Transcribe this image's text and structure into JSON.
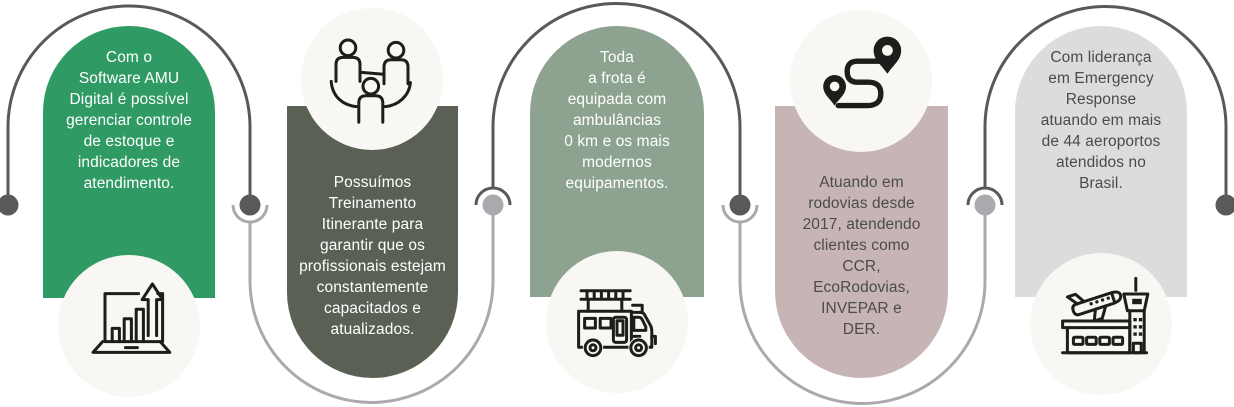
{
  "colors": {
    "background": "#ffffff",
    "connector_dark": "#58595b",
    "connector_light": "#a8aaad",
    "icon_circle": "#f8f7f4",
    "icon_stroke": "#1d1d1b",
    "text_light": "#ffffff",
    "text_dark": "#4b4b4d"
  },
  "cards": [
    {
      "id": "software-amu",
      "color": "#2f9a63",
      "icon": "laptop-growth-chart-icon",
      "text": "Com o\nSoftware AMU\nDigital é possível\ngerenciar controle\nde estoque e\nindicadores de\natendimento."
    },
    {
      "id": "treinamento",
      "color": "#5a6154",
      "icon": "team-people-icon",
      "text": "Possuímos\nTreinamento\nItinerante para\ngarantir que os\nprofissionais estejam\nconstantemente\ncapacitados e\natualizados."
    },
    {
      "id": "frota",
      "color": "#8da390",
      "icon": "fire-truck-icon",
      "text": "Toda\na frota é\nequipada com\nambulâncias\n0 km e os mais\nmodernos\nequipamentos."
    },
    {
      "id": "rodovias",
      "color": "#c7b5b5",
      "icon": "route-pins-icon",
      "text": "Atuando em\nrodovias desde\n2017, atendendo\nclientes como\nCCR,\nEcoRodovias,\nINVEPAR e\nDER."
    },
    {
      "id": "aeroportos",
      "color": "#dcdcdd",
      "icon": "airport-icon",
      "text": "Com liderança\nem Emergency\nResponse\natuando em mais\nde 44 aeroportos\natendidos no\nBrasil."
    }
  ]
}
